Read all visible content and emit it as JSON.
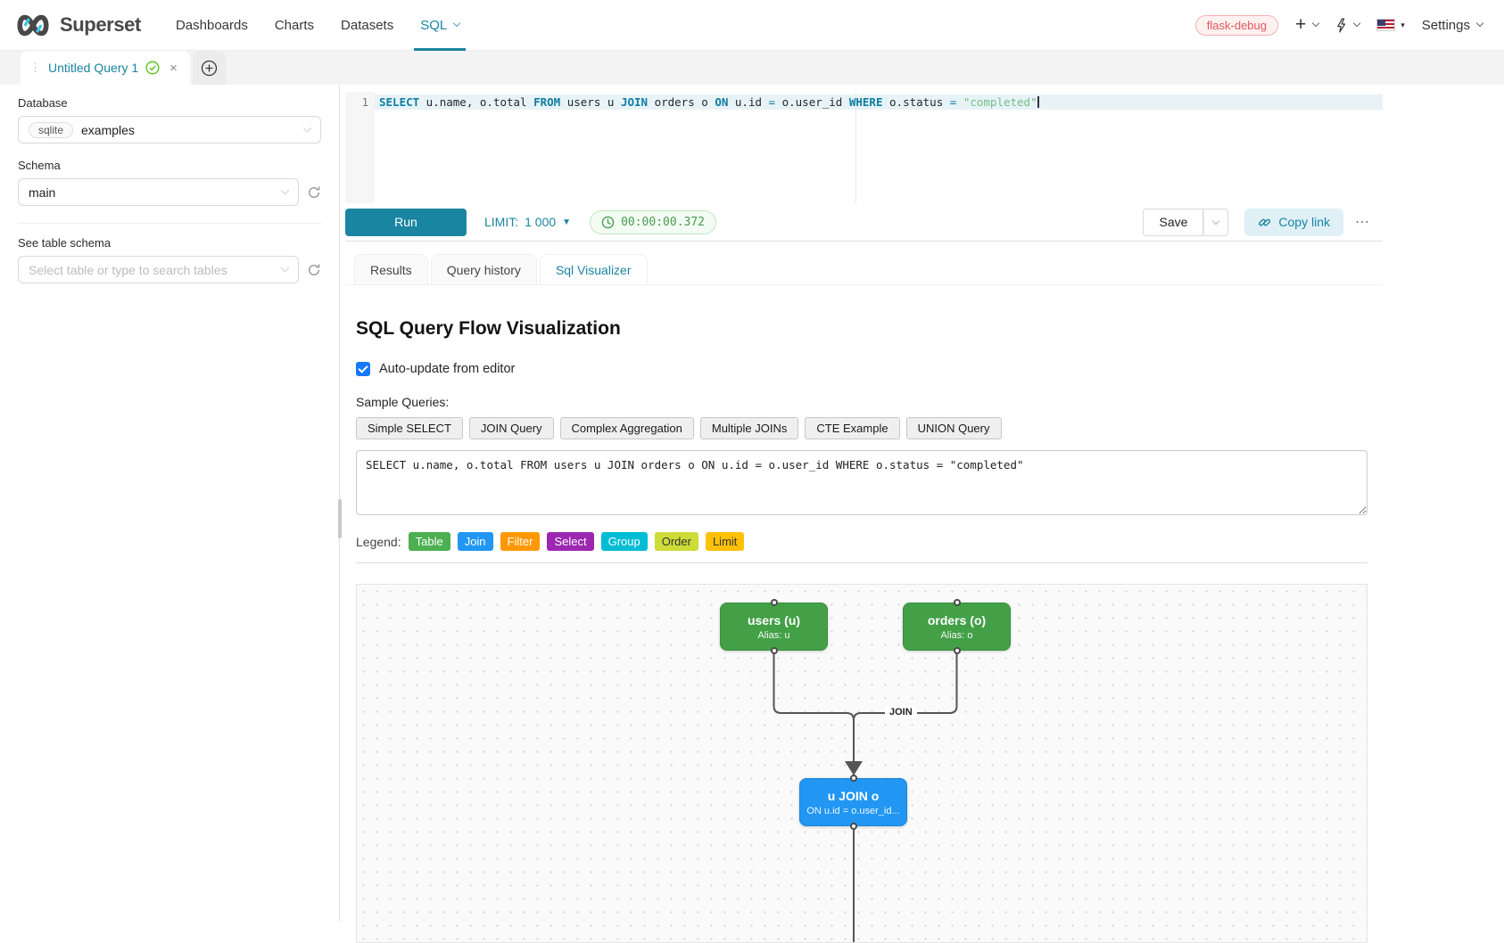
{
  "colors": {
    "accent": "#1985a0",
    "node_green": "#43a047",
    "node_blue": "#2196f3",
    "edge": "#555555"
  },
  "navbar": {
    "brand": "Superset",
    "items": [
      {
        "label": "Dashboards",
        "active": false,
        "caret": false
      },
      {
        "label": "Charts",
        "active": false,
        "caret": false
      },
      {
        "label": "Datasets",
        "active": false,
        "caret": false
      },
      {
        "label": "SQL",
        "active": true,
        "caret": true
      }
    ],
    "env_badge": "flask-debug",
    "settings_label": "Settings"
  },
  "query_tabs": {
    "active_tab": "Untitled Query 1"
  },
  "sidebar": {
    "database_label": "Database",
    "database_engine": "sqlite",
    "database_value": "examples",
    "schema_label": "Schema",
    "schema_value": "main",
    "table_label": "See table schema",
    "table_placeholder": "Select table or type to search tables"
  },
  "editor": {
    "line_number": "1",
    "tokens": [
      {
        "t": "SELECT",
        "c": "kw"
      },
      {
        "t": " u.name, o.total ",
        "c": "plain"
      },
      {
        "t": "FROM",
        "c": "kw"
      },
      {
        "t": " users u ",
        "c": "plain"
      },
      {
        "t": "JOIN",
        "c": "kw"
      },
      {
        "t": " orders o ",
        "c": "plain"
      },
      {
        "t": "ON",
        "c": "kw"
      },
      {
        "t": " u.id ",
        "c": "plain"
      },
      {
        "t": "=",
        "c": "op"
      },
      {
        "t": " o.user_id ",
        "c": "plain"
      },
      {
        "t": "WHERE",
        "c": "kw"
      },
      {
        "t": " o.status ",
        "c": "plain"
      },
      {
        "t": "=",
        "c": "op"
      },
      {
        "t": " ",
        "c": "plain"
      },
      {
        "t": "\"completed\"",
        "c": "str"
      }
    ],
    "run_label": "Run",
    "limit_label": "LIMIT:",
    "limit_value": "1 000",
    "timer": "00:00:00.372",
    "save_label": "Save",
    "copy_link_label": "Copy link",
    "more_label": "⋯"
  },
  "south_tabs": [
    {
      "label": "Results",
      "active": false
    },
    {
      "label": "Query history",
      "active": false
    },
    {
      "label": "Sql Visualizer",
      "active": true
    }
  ],
  "visualizer": {
    "title": "SQL Query Flow Visualization",
    "auto_update_label": "Auto-update from editor",
    "auto_update_checked": true,
    "sample_queries_label": "Sample Queries:",
    "sample_buttons": [
      "Simple SELECT",
      "JOIN Query",
      "Complex Aggregation",
      "Multiple JOINs",
      "CTE Example",
      "UNION Query"
    ],
    "query_text": "SELECT u.name, o.total FROM users u JOIN orders o ON u.id = o.user_id WHERE o.status = \"completed\"",
    "legend_label": "Legend:",
    "legend": [
      {
        "label": "Table",
        "bg": "#4caf50",
        "fg": "#ffffff"
      },
      {
        "label": "Join",
        "bg": "#2196f3",
        "fg": "#ffffff"
      },
      {
        "label": "Filter",
        "bg": "#ff9800",
        "fg": "#ffffff"
      },
      {
        "label": "Select",
        "bg": "#9c27b0",
        "fg": "#ffffff"
      },
      {
        "label": "Group",
        "bg": "#00bcd4",
        "fg": "#ffffff"
      },
      {
        "label": "Order",
        "bg": "#cddc39",
        "fg": "#333333"
      },
      {
        "label": "Limit",
        "bg": "#ffc107",
        "fg": "#333333"
      }
    ],
    "flow": {
      "users": {
        "title": "users (u)",
        "subtitle": "Alias: u"
      },
      "orders": {
        "title": "orders (o)",
        "subtitle": "Alias: o"
      },
      "join": {
        "title": "u JOIN o",
        "subtitle": "ON u.id = o.user_id..."
      },
      "join_label": "JOIN"
    }
  }
}
